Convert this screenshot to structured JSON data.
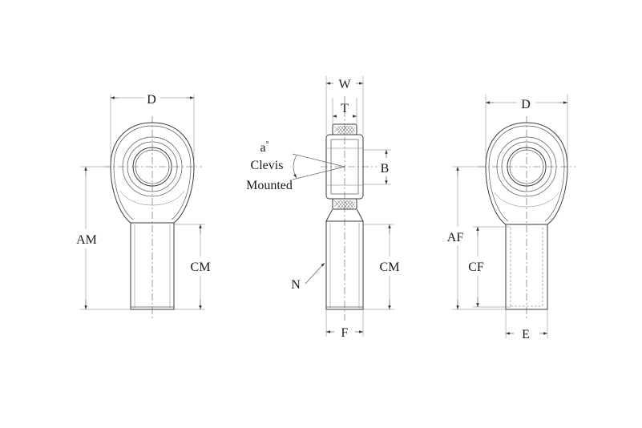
{
  "labels": {
    "left_d": "D",
    "am": "AM",
    "left_cm": "CM",
    "w": "W",
    "t": "T",
    "angle": "a",
    "degree": "°",
    "clevis": "Clevis",
    "mounted": "Mounted",
    "b": "B",
    "center_cm": "CM",
    "n": "N",
    "f": "F",
    "right_d": "D",
    "af": "AF",
    "cf": "CF",
    "e": "E"
  },
  "colors": {
    "line": "#3a3a3a",
    "text": "#1a1a1a",
    "background": "#ffffff"
  }
}
